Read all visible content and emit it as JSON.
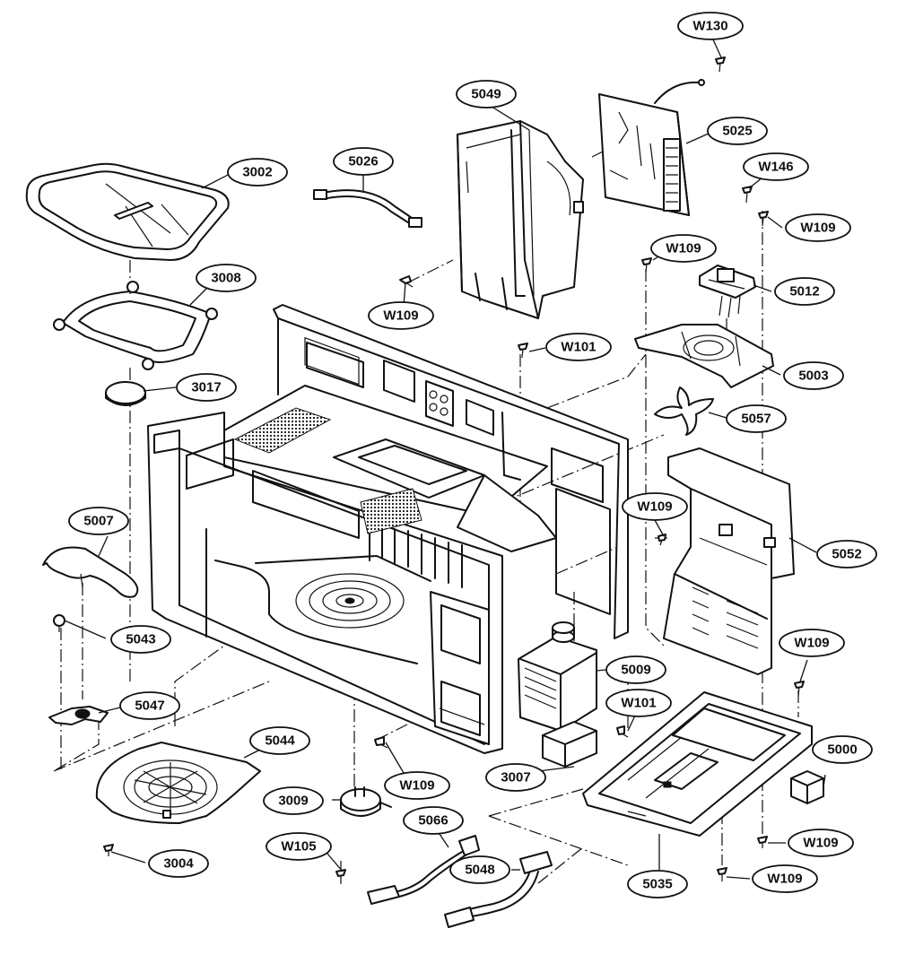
{
  "callouts": [
    {
      "id": "w130",
      "label": "W130"
    },
    {
      "id": "5049",
      "label": "5049"
    },
    {
      "id": "5025",
      "label": "5025"
    },
    {
      "id": "3002",
      "label": "3002"
    },
    {
      "id": "5026",
      "label": "5026"
    },
    {
      "id": "w146",
      "label": "W146"
    },
    {
      "id": "w109-a",
      "label": "W109"
    },
    {
      "id": "w109-b",
      "label": "W109"
    },
    {
      "id": "3008",
      "label": "3008"
    },
    {
      "id": "5012",
      "label": "5012"
    },
    {
      "id": "w109-c",
      "label": "W109"
    },
    {
      "id": "w101-a",
      "label": "W101"
    },
    {
      "id": "5003",
      "label": "5003"
    },
    {
      "id": "3017",
      "label": "3017"
    },
    {
      "id": "5057",
      "label": "5057"
    },
    {
      "id": "w109-d",
      "label": "W109"
    },
    {
      "id": "5007",
      "label": "5007"
    },
    {
      "id": "5052",
      "label": "5052"
    },
    {
      "id": "5043",
      "label": "5043"
    },
    {
      "id": "w109-e",
      "label": "W109"
    },
    {
      "id": "5009",
      "label": "5009"
    },
    {
      "id": "5047",
      "label": "5047"
    },
    {
      "id": "w101-b",
      "label": "W101"
    },
    {
      "id": "5044",
      "label": "5044"
    },
    {
      "id": "5000",
      "label": "5000"
    },
    {
      "id": "3007",
      "label": "3007"
    },
    {
      "id": "w109-f",
      "label": "W109"
    },
    {
      "id": "3009",
      "label": "3009"
    },
    {
      "id": "5066",
      "label": "5066"
    },
    {
      "id": "w105",
      "label": "W105"
    },
    {
      "id": "w109-g",
      "label": "W109"
    },
    {
      "id": "3004",
      "label": "3004"
    },
    {
      "id": "5048",
      "label": "5048"
    },
    {
      "id": "5035",
      "label": "5035"
    },
    {
      "id": "w109-h",
      "label": "W109"
    }
  ]
}
